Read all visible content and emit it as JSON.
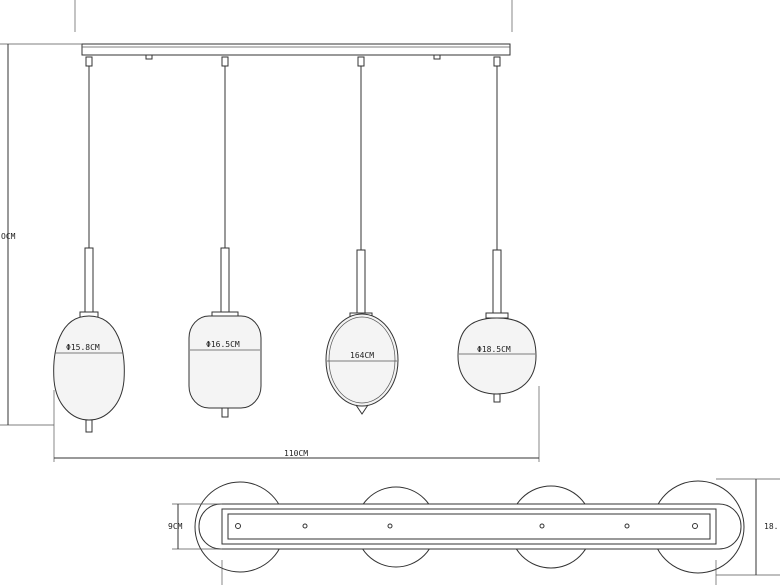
{
  "dimensions": {
    "height_label": "OCM",
    "width_label": "110CM",
    "depth_label": "9CM",
    "right_label": "18."
  },
  "lamps": [
    {
      "label": "Φ15.8CM"
    },
    {
      "label": "Φ16.5CM"
    },
    {
      "label": "164CM"
    },
    {
      "label": "Φ18.5CM"
    }
  ]
}
